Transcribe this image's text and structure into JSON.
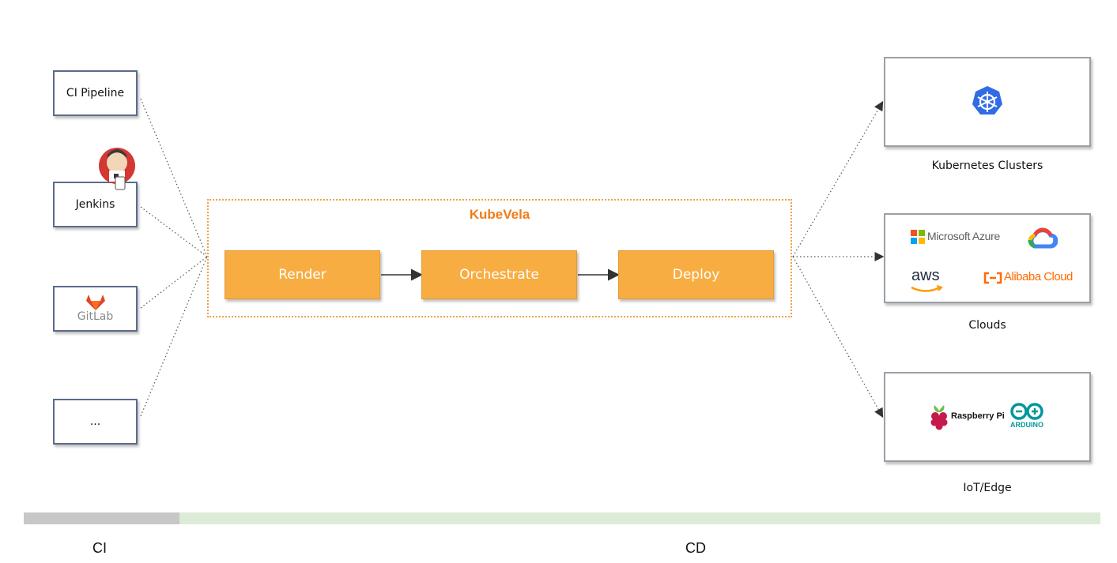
{
  "ci_sources": [
    {
      "label": "CI Pipeline"
    },
    {
      "label": "Jenkins"
    },
    {
      "label": "GitLab"
    },
    {
      "label": "..."
    }
  ],
  "kubevela": {
    "title": "KubeVela",
    "stages": [
      "Render",
      "Orchestrate",
      "Deploy"
    ]
  },
  "targets": [
    {
      "label": "Kubernetes Clusters"
    },
    {
      "label": "Clouds",
      "logos": {
        "azure": "Microsoft Azure",
        "aws": "aws",
        "alibaba": "Alibaba Cloud"
      }
    },
    {
      "label": "IoT/Edge",
      "logos": {
        "raspberry": "Raspberry Pi",
        "arduino": "ARDUINO"
      }
    }
  ],
  "phases": {
    "ci": "CI",
    "cd": "CD"
  },
  "colors": {
    "stage_fill": "#f8ad42",
    "kubevela_title": "#f07c1b",
    "ci_bar": "#c7c7c7",
    "cd_bar": "#dcebd8",
    "kubernetes": "#326ce5",
    "gitlab": "#e24329",
    "alibaba": "#ff6a00"
  }
}
